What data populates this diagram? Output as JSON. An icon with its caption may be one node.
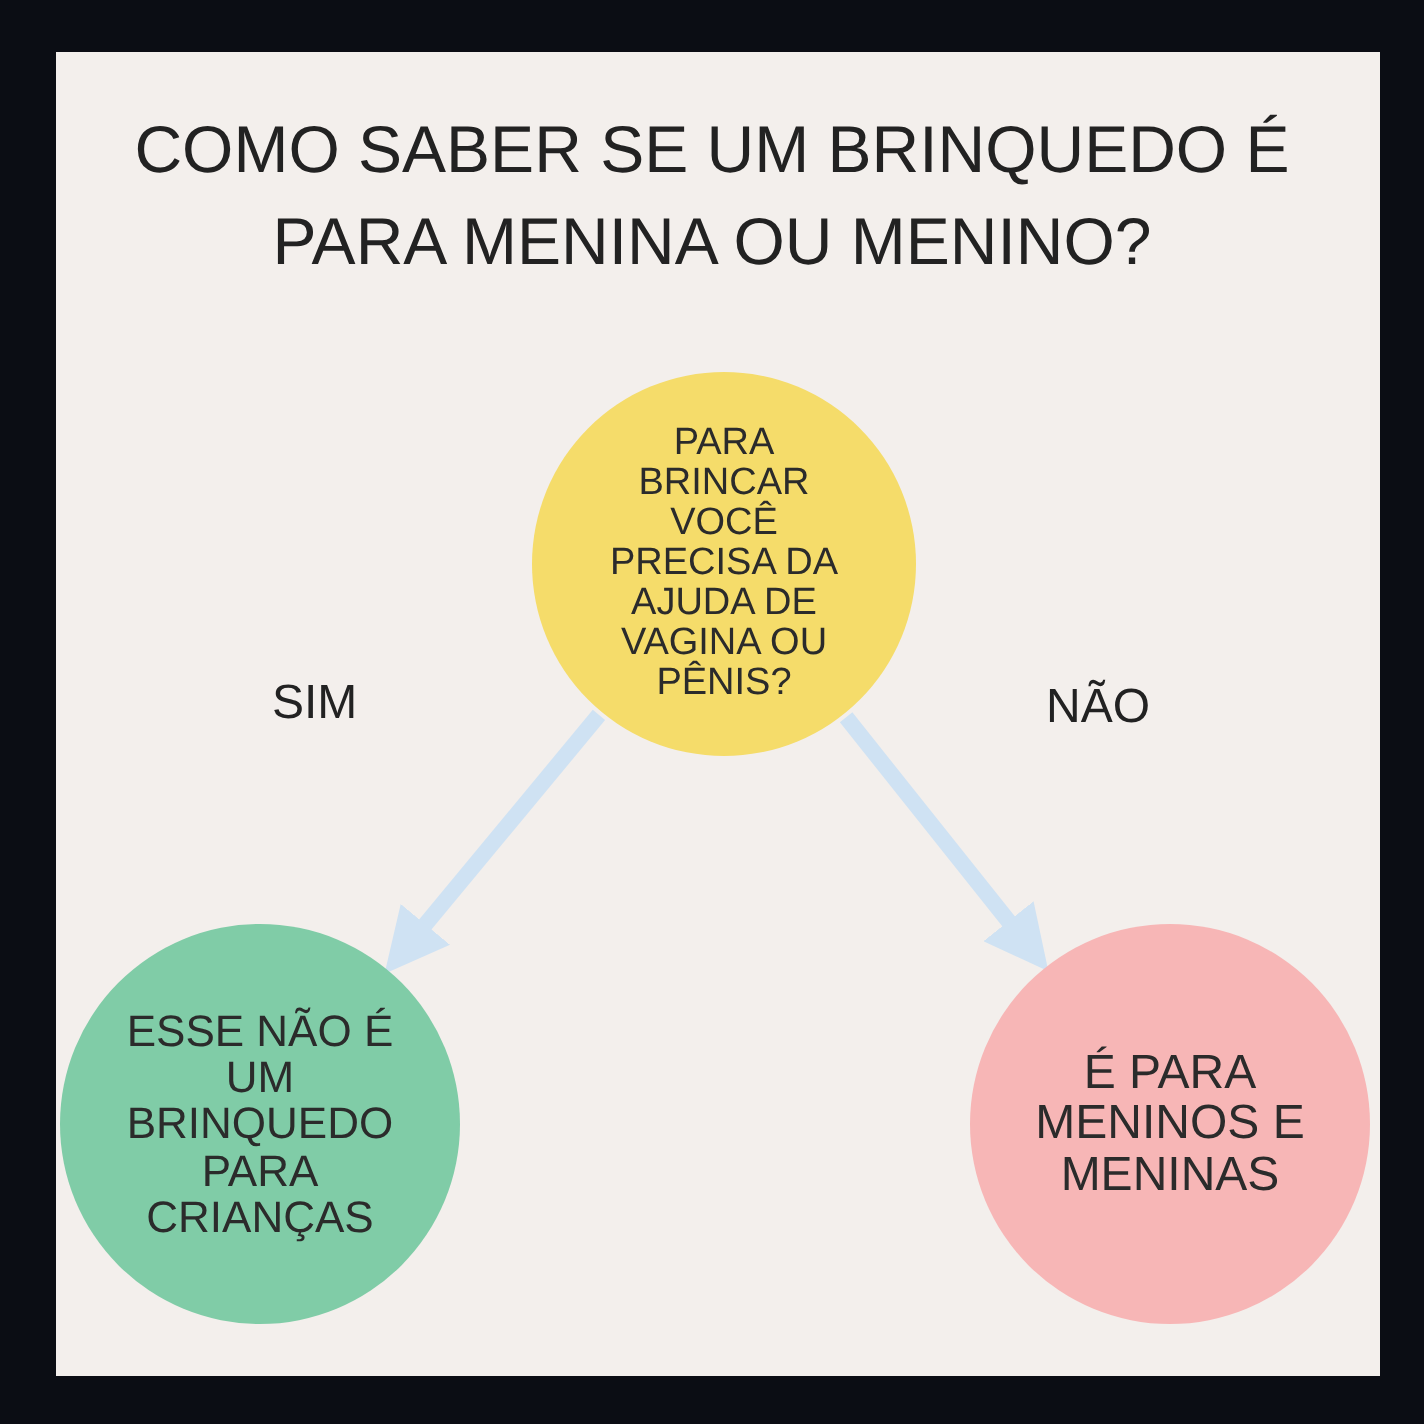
{
  "diagram": {
    "title": "COMO SABER SE UM BRINQUEDO É PARA MENINA OU MENINO?",
    "nodes": [
      {
        "text": [
          "PARA BRINCAR VOCÊ PRECISA DA AJUDA DE VAGINA OU PÊNIS?"
        ]
      },
      {
        "text": [
          "ESSE NÃO É UM BRINQUEDO PARA CRIANÇAS"
        ]
      },
      {
        "text": [
          "É PARA MENINOS E MENINAS"
        ]
      }
    ],
    "edges": [
      {
        "from": 0,
        "to": 1,
        "arrow": "to",
        "label": "SIM"
      },
      {
        "from": 0,
        "to": 2,
        "arrow": "to",
        "label": "NÃO"
      }
    ]
  }
}
